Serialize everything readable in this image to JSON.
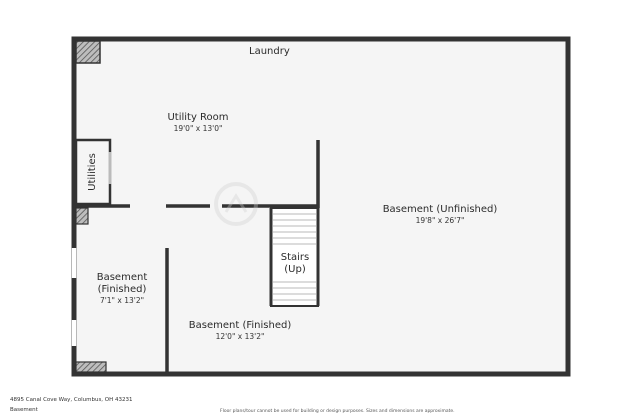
{
  "rooms": {
    "laundry": {
      "name": "Laundry"
    },
    "utility_room": {
      "name": "Utility Room",
      "dims": "19'0\" x 13'0\""
    },
    "utilities": {
      "name": "Utilities"
    },
    "basement_unfinished": {
      "name": "Basement (Unfinished)",
      "dims": "19'8\" x 26'7\""
    },
    "stairs": {
      "line1": "Stairs",
      "line2": "(Up)"
    },
    "basement_finished_left": {
      "line1": "Basement",
      "line2": "(Finished)",
      "dims": "7'1\" x 13'2\""
    },
    "basement_finished_main": {
      "name": "Basement (Finished)",
      "dims": "12'0\" x 13'2\""
    }
  },
  "footer": {
    "address": "4895 Canal Cove Way, Columbus, OH 43231",
    "floor": "Basement",
    "disclaimer": "Floor plans/tour cannot be used for building or design purposes. Sizes and dimensions are approximate."
  },
  "colors": {
    "floor": "#f5f5f5",
    "wall": "#333333",
    "hatch": "#555555"
  }
}
